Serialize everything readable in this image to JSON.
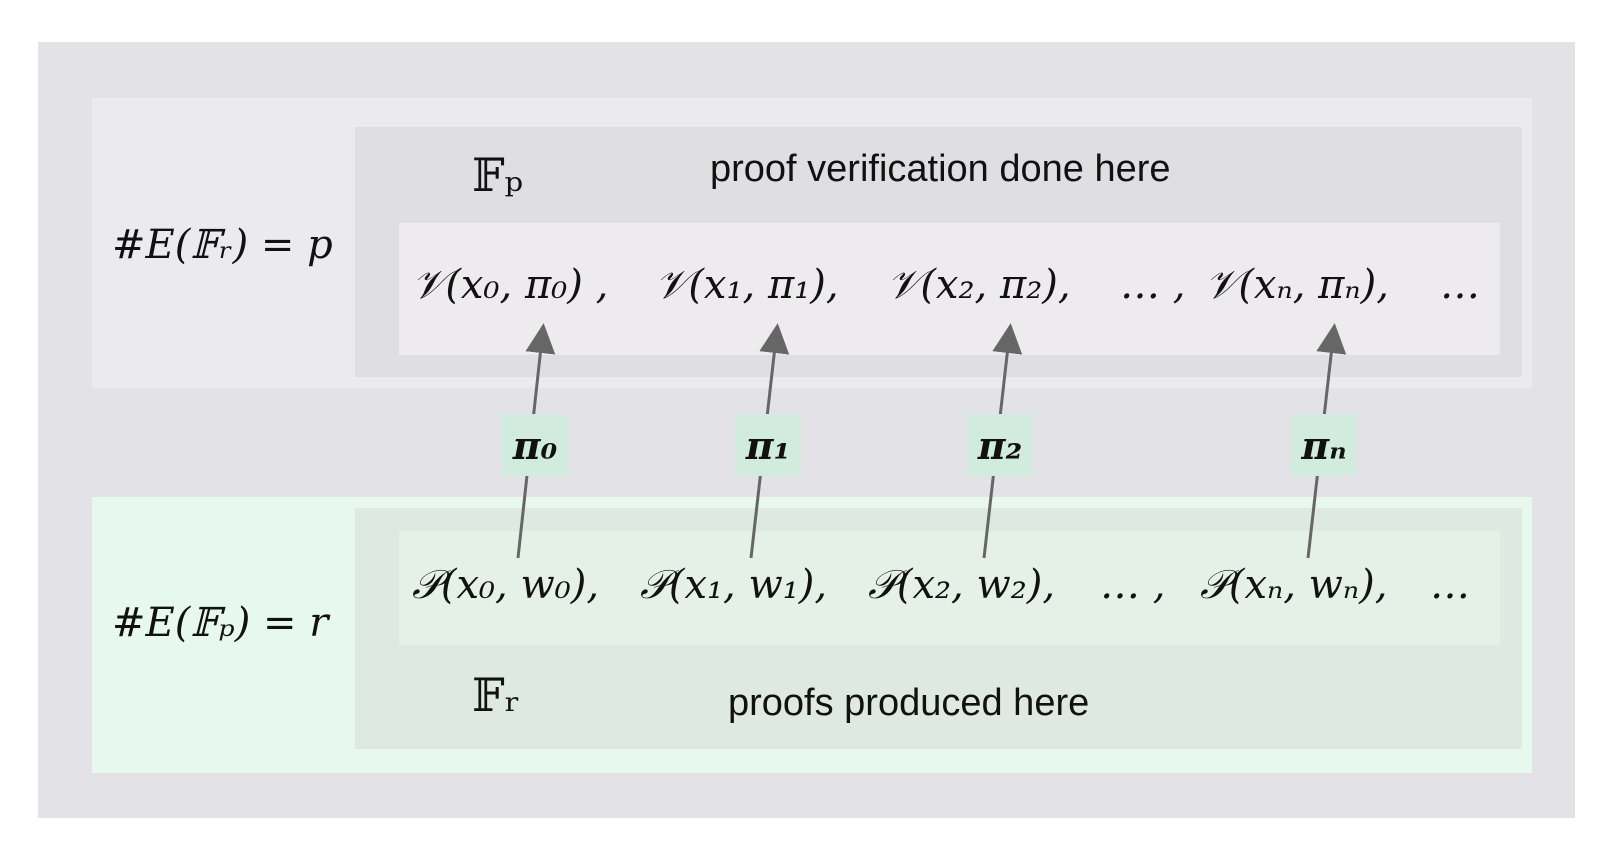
{
  "top": {
    "order_label": "#E(𝔽ᵣ) = p",
    "field_label": "𝔽ₚ",
    "caption": "proof verification done here",
    "verifications": [
      "𝒱(x₀, π₀) ,",
      "𝒱(x₁, π₁),",
      "𝒱(x₂, π₂),",
      "… ,",
      "𝒱(xₙ, πₙ),",
      "…"
    ]
  },
  "proofs": [
    "π₀",
    "π₁",
    "π₂",
    "πₙ"
  ],
  "bottom": {
    "order_label": "#E(𝔽ₚ) = r",
    "field_label": "𝔽ᵣ",
    "caption": "proofs produced here",
    "provers": [
      "𝒫(x₀, w₀),",
      "𝒫(x₁, w₁),",
      "𝒫(x₂, w₂),",
      "… ,",
      "𝒫(xₙ, wₙ),",
      "…"
    ]
  },
  "colors": {
    "outer": "#e3e2e7",
    "top_panel": "#ebebef",
    "bottom_panel": "#e7f8ef",
    "proof_box": "#d1ebdf",
    "arrow": "#666666"
  }
}
